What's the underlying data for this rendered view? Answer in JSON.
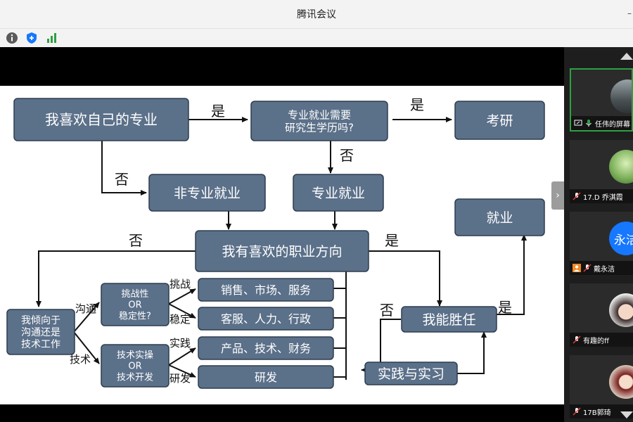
{
  "window": {
    "title": "腾讯会议",
    "control": "–"
  },
  "toolbar": {
    "icons": [
      "info-icon",
      "shield-icon",
      "signal-icon"
    ]
  },
  "flowchart": {
    "boxes": {
      "like_major": "我喜欢自己的专业",
      "need_degree": "专业就业需要\n研究生学历吗?",
      "kaoyan": "考研",
      "non_major_job": "非专业就业",
      "major_job": "专业就业",
      "career_direction": "我有喜欢的职业方向",
      "employment": "就业",
      "prefer": "我倾向于\n沟通还是\n技术工作",
      "challenge": "挑战性\nOR\n稳定性?",
      "tech": "技术实操\nOR\n技术开发",
      "sales": "销售、市场、服务",
      "service": "客服、人力、行政",
      "product": "产品、技术、财务",
      "rnd": "研发",
      "competent": "我能胜任",
      "practice": "实践与实习"
    },
    "labels": {
      "yes1": "是",
      "yes2": "是",
      "yes3": "是",
      "yes4": "是",
      "no1": "否",
      "no2": "否",
      "no3": "否",
      "no4": "否",
      "communicate": "沟通",
      "technical": "技术",
      "challenge": "挑战",
      "stable": "稳定",
      "practice": "实践",
      "develop": "研发"
    },
    "colors": {
      "box_fill": "#5b7089",
      "box_stroke": "#2e3d4f"
    }
  },
  "participants": [
    {
      "name": "任伟的屏幕",
      "muted": false,
      "active": true,
      "screen_share": true,
      "avatar": "landscape"
    },
    {
      "name": "17.D 乔淇霞",
      "muted": true,
      "active": false,
      "avatar": "forest"
    },
    {
      "name": "戴永洁",
      "muted": true,
      "active": false,
      "avatar_text": "永洁",
      "avatar": "text",
      "avatar_color": "#1677ff"
    },
    {
      "name": "有趣的ff",
      "muted": true,
      "active": false,
      "avatar": "person"
    },
    {
      "name": "17B郭琦",
      "muted": true,
      "active": false,
      "avatar": "girl"
    }
  ]
}
